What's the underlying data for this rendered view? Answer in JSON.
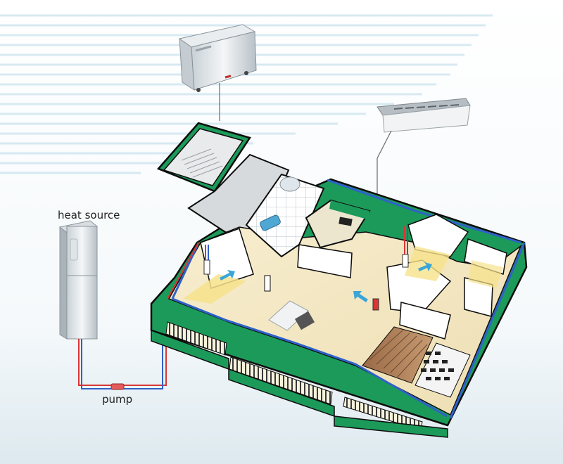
{
  "labels": {
    "heat_source": "heat source",
    "pump": "pump"
  },
  "colors": {
    "wall_green": "#1e9c5b",
    "wall_dark": "#0f5a34",
    "floor_beige": "#f3e7c5",
    "pipe_blue": "#2f62c8",
    "pipe_red": "#d93636",
    "unit_white": "#f2f4f6",
    "arrow_blue": "#3aa6d8",
    "light_yellow": "#f6e28a",
    "sky_stripes": "#d9ecf4"
  },
  "icons": [
    "heat-source-unit",
    "pump",
    "floor-standing-fan-coil",
    "ceiling-cassette-fan-coil",
    "radiator",
    "floor-heating",
    "airflow-arrow"
  ]
}
